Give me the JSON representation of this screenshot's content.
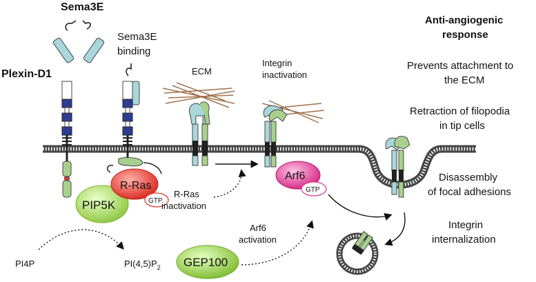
{
  "labels": {
    "sema3e": "Sema3E",
    "sema3e_binding_1": "Sema3E",
    "sema3e_binding_2": "binding",
    "plexin_d1": "Plexin-D1",
    "ecm": "ECM",
    "integrin_inactivation_1": "Integrin",
    "integrin_inactivation_2": "inactivation",
    "r_ras": "R-Ras",
    "pip5k": "PIP5K",
    "gtp_rras": "GTP",
    "arf6": "Arf6",
    "gtp_arf6": "GTP",
    "r_ras_inactivation_1": "R-Ras",
    "r_ras_inactivation_2": "inactivation",
    "arf6_activation_1": "Arf6",
    "arf6_activation_2": "activation",
    "pi4p": "PI4P",
    "pi45p2_main": "PI(4,5)P",
    "pi45p2_sub": "2",
    "gep100": "GEP100"
  },
  "response": {
    "title_1": "Anti-angiogenic",
    "title_2": "response",
    "item1_1": "Prevents attachment to",
    "item1_2": "the ECM",
    "item2_1": "Retraction of filopodia",
    "item2_2": "in tip cells",
    "item3_1": "Disassembly",
    "item3_2": "of focal adhesions",
    "item4_1": "Integrin",
    "item4_2": "internalization"
  },
  "colors": {
    "membrane": "#555555",
    "plexin_blue": "#2d3d8f",
    "integrin_green": "#a8d08d",
    "integrin_teal": "#a9d7dc",
    "rras_red": "#e0372e",
    "pip5k_green": "#9fd05a",
    "arf6_magenta": "#e0399a",
    "gep100_green": "#8cc63f",
    "ecm_brown": "#a0714a"
  }
}
